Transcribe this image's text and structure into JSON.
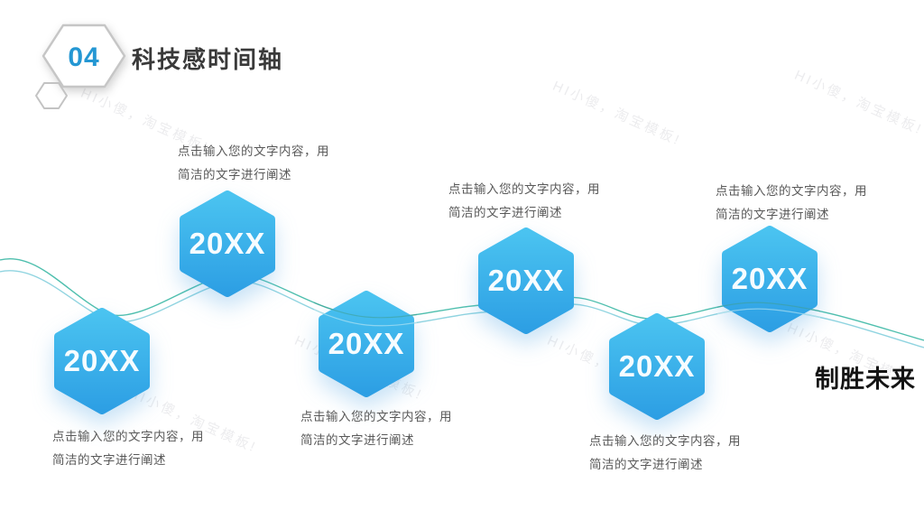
{
  "slide": {
    "section_number": "04",
    "title": "科技感时间轴",
    "closing_label": "制胜未来",
    "watermark_text": "HI小傻，淘宝模板!",
    "background_color": "#ffffff"
  },
  "colors": {
    "hexagon_gradient_top": "#4ac3f0",
    "hexagon_gradient_bottom": "#2d9fe4",
    "section_number_color": "#2497d3",
    "title_color": "#3a3a3a",
    "body_text_color": "#595959",
    "closing_text_color": "#141414",
    "connector_line_teal": "#4fbfae",
    "connector_line_light_blue": "#90d4e0",
    "badge_outline": "#c6c6c6"
  },
  "timeline": {
    "items": [
      {
        "year": "20XX",
        "desc_line1": "点击输入您的文字内容，用",
        "desc_line2": "简洁的文字进行阐述",
        "caption_position": "below"
      },
      {
        "year": "20XX",
        "desc_line1": "点击输入您的文字内容，用",
        "desc_line2": "简洁的文字进行阐述",
        "caption_position": "above"
      },
      {
        "year": "20XX",
        "desc_line1": "点击输入您的文字内容，用",
        "desc_line2": "简洁的文字进行阐述",
        "caption_position": "below"
      },
      {
        "year": "20XX",
        "desc_line1": "点击输入您的文字内容，用",
        "desc_line2": "简洁的文字进行阐述",
        "caption_position": "above"
      },
      {
        "year": "20XX",
        "desc_line1": "点击输入您的文字内容，用",
        "desc_line2": "简洁的文字进行阐述",
        "caption_position": "below"
      },
      {
        "year": "20XX",
        "desc_line1": "点击输入您的文字内容，用",
        "desc_line2": "简洁的文字进行阐述",
        "caption_position": "above"
      }
    ]
  }
}
